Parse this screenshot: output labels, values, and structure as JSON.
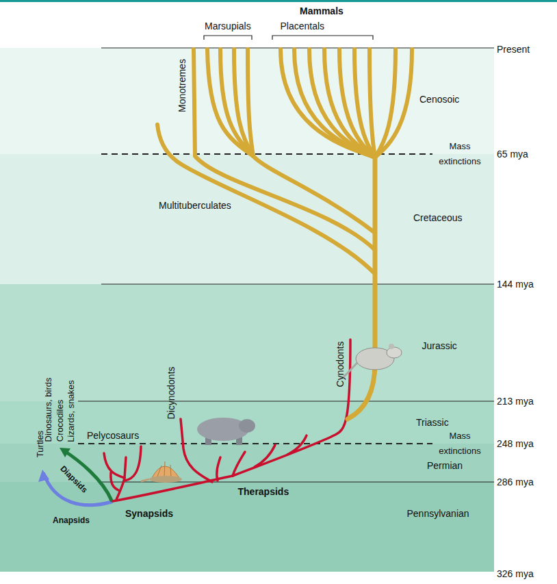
{
  "diagram": {
    "nodes": [
      {
        "text": [
          "Cenosoic"
        ]
      },
      {
        "text": [
          "Cretaceous"
        ]
      },
      {
        "text": [
          "Jurassic"
        ]
      },
      {
        "text": [
          "Triassic"
        ]
      },
      {
        "text": [
          "Permian"
        ]
      },
      {
        "text": [
          "Pennsylvanian"
        ]
      }
    ],
    "labels": [
      "Mammals",
      "Marsupials",
      "Placentals",
      "Present",
      "Monotremes",
      "Mass extinctions",
      "65 mya",
      "Multituberculates",
      "144 mya",
      "Cynodonts",
      "Dinosaurs, birds",
      "Crocodiles",
      "Lizards, snakes",
      "Dicynodonts",
      "213 mya",
      "Turtles",
      "Pelycosaurs",
      "Mass extinctions",
      "248 mya",
      "Diapsids",
      "Anapsids",
      "Therapsids",
      "286 mya",
      "Synapsids",
      "326 mya"
    ]
  }
}
